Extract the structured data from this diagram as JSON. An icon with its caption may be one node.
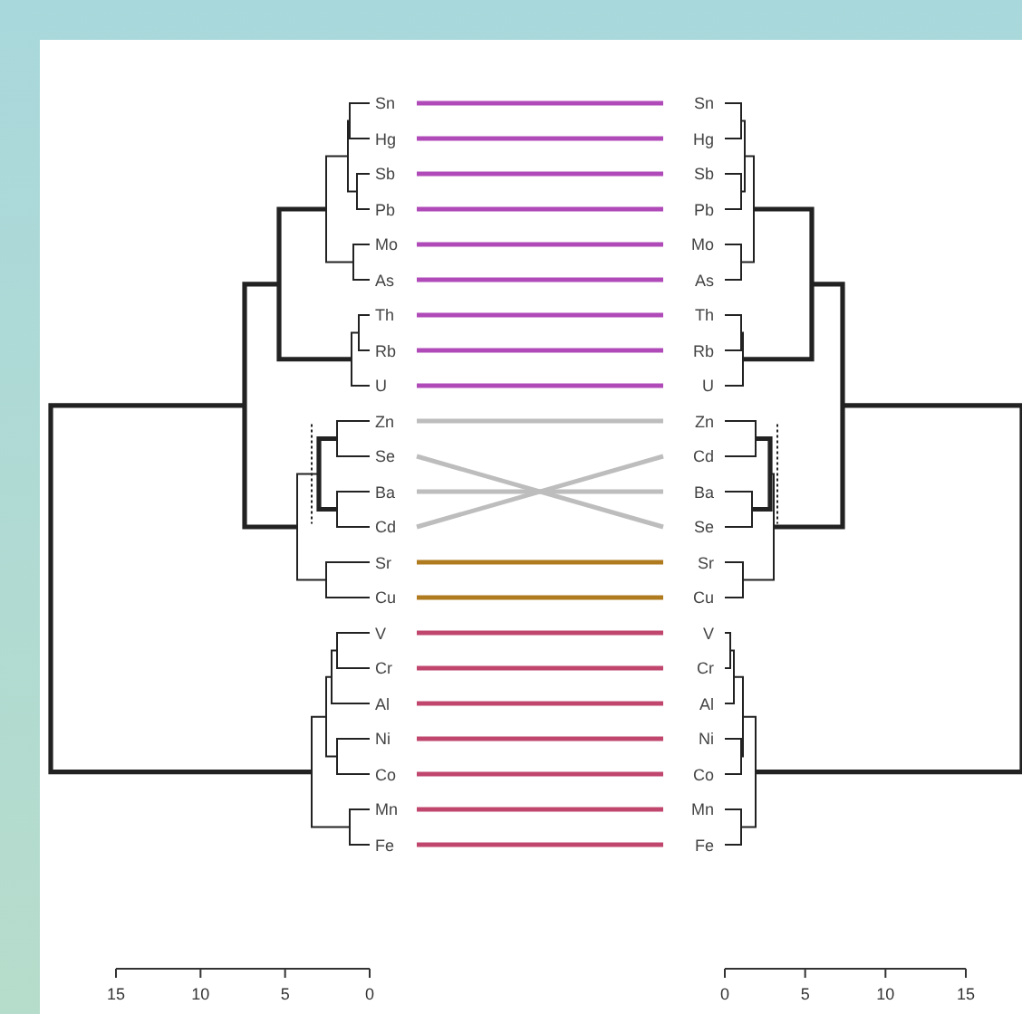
{
  "diagram": {
    "nodes": [
      {
        "text": [
          "Sn"
        ]
      },
      {
        "text": [
          "Hg"
        ]
      },
      {
        "text": [
          "Sb"
        ]
      },
      {
        "text": [
          "Pb"
        ]
      },
      {
        "text": [
          "Mo"
        ]
      },
      {
        "text": [
          "As"
        ]
      },
      {
        "text": [
          "Th"
        ]
      },
      {
        "text": [
          "Rb"
        ]
      },
      {
        "text": [
          "U"
        ]
      },
      {
        "text": [
          "Zn"
        ]
      },
      {
        "text": [
          "Se"
        ]
      },
      {
        "text": [
          "Ba"
        ]
      },
      {
        "text": [
          "Cd"
        ]
      },
      {
        "text": [
          "Sr"
        ]
      },
      {
        "text": [
          "Cu"
        ]
      },
      {
        "text": [
          "V"
        ]
      },
      {
        "text": [
          "Cr"
        ]
      },
      {
        "text": [
          "Al"
        ]
      },
      {
        "text": [
          "Ni"
        ]
      },
      {
        "text": [
          "Co"
        ]
      },
      {
        "text": [
          "Mn"
        ]
      },
      {
        "text": [
          "Fe"
        ]
      },
      {
        "text": [
          "Sn"
        ]
      },
      {
        "text": [
          "Hg"
        ]
      },
      {
        "text": [
          "Sb"
        ]
      },
      {
        "text": [
          "Pb"
        ]
      },
      {
        "text": [
          "Mo"
        ]
      },
      {
        "text": [
          "As"
        ]
      },
      {
        "text": [
          "Th"
        ]
      },
      {
        "text": [
          "Rb"
        ]
      },
      {
        "text": [
          "U"
        ]
      },
      {
        "text": [
          "Zn"
        ]
      },
      {
        "text": [
          "Cd"
        ]
      },
      {
        "text": [
          "Ba"
        ]
      },
      {
        "text": [
          "Se"
        ]
      },
      {
        "text": [
          "Sr"
        ]
      },
      {
        "text": [
          "Cu"
        ]
      },
      {
        "text": [
          "V"
        ]
      },
      {
        "text": [
          "Cr"
        ]
      },
      {
        "text": [
          "Al"
        ]
      },
      {
        "text": [
          "Ni"
        ]
      },
      {
        "text": [
          "Co"
        ]
      },
      {
        "text": [
          "Mn"
        ]
      },
      {
        "text": [
          "Fe"
        ]
      }
    ],
    "edges": [
      {
        "from": 0,
        "to": 22,
        "arrow": "none",
        "color": "#b04ab8"
      },
      {
        "from": 1,
        "to": 23,
        "arrow": "none",
        "color": "#b04ab8"
      },
      {
        "from": 2,
        "to": 24,
        "arrow": "none",
        "color": "#b04ab8"
      },
      {
        "from": 3,
        "to": 25,
        "arrow": "none",
        "color": "#b04ab8"
      },
      {
        "from": 4,
        "to": 26,
        "arrow": "none",
        "color": "#b04ab8"
      },
      {
        "from": 5,
        "to": 27,
        "arrow": "none",
        "color": "#b04ab8"
      },
      {
        "from": 6,
        "to": 28,
        "arrow": "none",
        "color": "#b04ab8"
      },
      {
        "from": 7,
        "to": 29,
        "arrow": "none",
        "color": "#b04ab8"
      },
      {
        "from": 8,
        "to": 30,
        "arrow": "none",
        "color": "#b04ab8"
      },
      {
        "from": 9,
        "to": 31,
        "arrow": "none",
        "color": "#bdbdbd"
      },
      {
        "from": 10,
        "to": 34,
        "arrow": "none",
        "color": "#bdbdbd"
      },
      {
        "from": 11,
        "to": 33,
        "arrow": "none",
        "color": "#bdbdbd"
      },
      {
        "from": 12,
        "to": 32,
        "arrow": "none",
        "color": "#bdbdbd"
      },
      {
        "from": 13,
        "to": 35,
        "arrow": "none",
        "color": "#b07a1e"
      },
      {
        "from": 14,
        "to": 36,
        "arrow": "none",
        "color": "#b07a1e"
      },
      {
        "from": 15,
        "to": 37,
        "arrow": "none",
        "color": "#c0466e"
      },
      {
        "from": 16,
        "to": 38,
        "arrow": "none",
        "color": "#c0466e"
      },
      {
        "from": 17,
        "to": 39,
        "arrow": "none",
        "color": "#c0466e"
      },
      {
        "from": 18,
        "to": 40,
        "arrow": "none",
        "color": "#c0466e"
      },
      {
        "from": 19,
        "to": 41,
        "arrow": "none",
        "color": "#c0466e"
      },
      {
        "from": 20,
        "to": 42,
        "arrow": "none",
        "color": "#c0466e"
      },
      {
        "from": 21,
        "to": 43,
        "arrow": "none",
        "color": "#c0466e"
      }
    ],
    "labels": [
      "15",
      "10",
      "5",
      "0",
      "0",
      "5",
      "10",
      "15"
    ]
  }
}
